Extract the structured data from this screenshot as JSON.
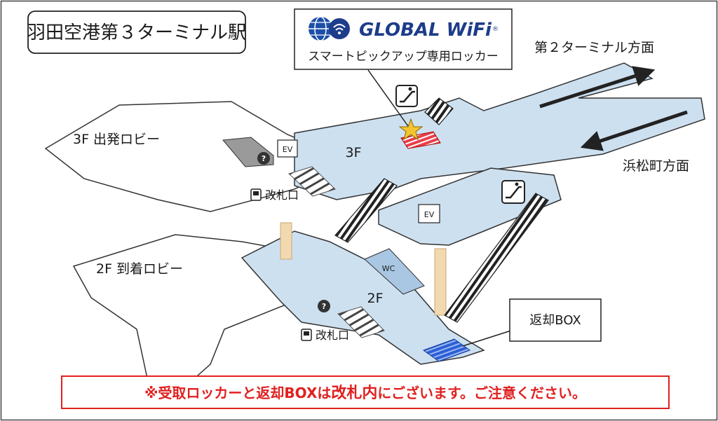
{
  "station_title": "羽田空港第３ターミナル駅",
  "sign": {
    "brand": "GLOBAL WiFi",
    "registered": "®",
    "subtitle": "スマートピックアップ専用ロッカー"
  },
  "directions": {
    "to_terminal2": "第２ターミナル方面",
    "to_hamamatsucho": "浜松町方面"
  },
  "floors": {
    "f3_lobby": "3F 出発ロビー",
    "f2_lobby": "2F 到着ロビー",
    "f3": "3F",
    "f2": "2F"
  },
  "facilities": {
    "ev": "EV",
    "wc": "WC",
    "info": "?",
    "gate": "改札口"
  },
  "return_box_label": "返却BOX",
  "notice": {
    "part1": "※受取ロッカーと返却BOXは",
    "emphasis": "改札内",
    "part2": "にございます。ご注意ください。"
  },
  "colors": {
    "floor_blue": "#cde0f0",
    "notice_red": "#e02020",
    "locker_red": "#e8404a",
    "return_box_blue": "#2a5fd6",
    "star_yellow": "#f4c430",
    "brand_navy": "#1d3c8a"
  }
}
